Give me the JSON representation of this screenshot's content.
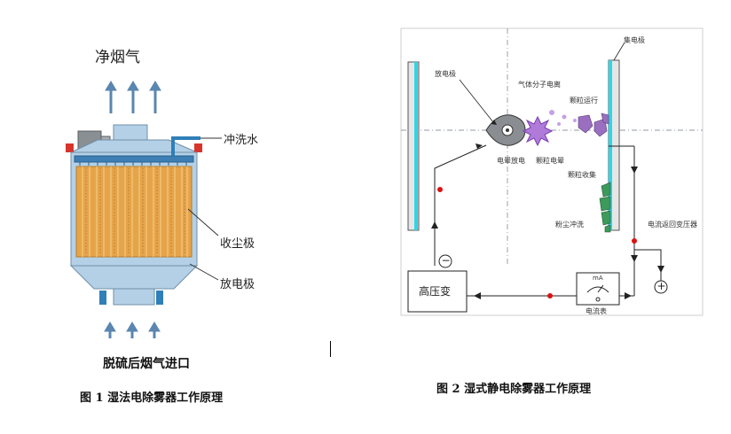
{
  "figure1": {
    "top_label": "净烟气",
    "label_wash_water": "冲洗水",
    "label_collecting_electrode": "收尘极",
    "label_discharge_electrode": "放电极",
    "bottom_label": "脱硫后烟气进口",
    "caption": "图 1  湿法电除雾器工作原理"
  },
  "figure2": {
    "label_collector_plate": "集电极",
    "label_discharge_electrode": "放电极",
    "label_gas_ionization": "气体分子电离",
    "label_particle_motion": "颗粒运行",
    "label_corona_discharge": "电晕放电",
    "label_particle_charging": "颗粒电晕",
    "label_particle_collection": "颗粒收集",
    "label_dust_washing": "粉尘冲洗",
    "label_current_return": "电流返回变压器",
    "label_transformer": "高压变",
    "label_meter_unit": "mA",
    "label_meter_caption": "电流表",
    "minus_sign": "−",
    "plus_sign": "+",
    "caption": "图 2  湿式静电除雾器工作原理"
  },
  "colors": {
    "vessel_fill": "#b4d0e6",
    "vessel_stroke": "#6f8fa8",
    "electrode_orange": "#e6a44a",
    "arrow_blue": "#5a86b0",
    "plate_cyan": "#2fd6e6",
    "particle_purple": "#b07ad8",
    "particle_green": "#3c9a5a",
    "wire_dark": "#222222",
    "marker_red": "#dd1111"
  }
}
